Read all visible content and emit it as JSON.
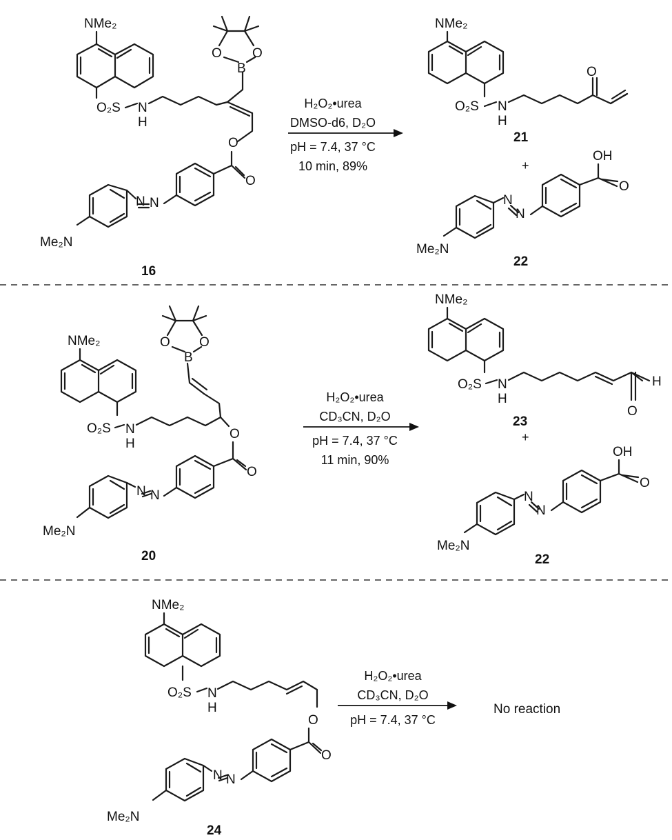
{
  "reactions": [
    {
      "reactant_label": "16",
      "conditions": [
        "H₂O₂•urea",
        "DMSO-d6, D₂O",
        "pH = 7.4, 37 °C",
        "10 min, 89%"
      ],
      "product_labels": [
        "21",
        "22"
      ],
      "plus": "+"
    },
    {
      "reactant_label": "20",
      "conditions": [
        "H₂O₂•urea",
        "CD₃CN, D₂O",
        "pH = 7.4, 37 °C",
        "11 min, 90%"
      ],
      "product_labels": [
        "23",
        "22"
      ],
      "plus": "+"
    },
    {
      "reactant_label": "24",
      "conditions": [
        "H₂O₂•urea",
        "CD₃CN, D₂O",
        "pH = 7.4, 37 °C"
      ],
      "result_text": "No reaction"
    }
  ],
  "atoms": {
    "nme2": "NMe₂",
    "me2n": "Me₂N",
    "o2s": "O₂S",
    "h": "H",
    "o": "O",
    "b": "B",
    "n": "N",
    "oh": "OH"
  }
}
